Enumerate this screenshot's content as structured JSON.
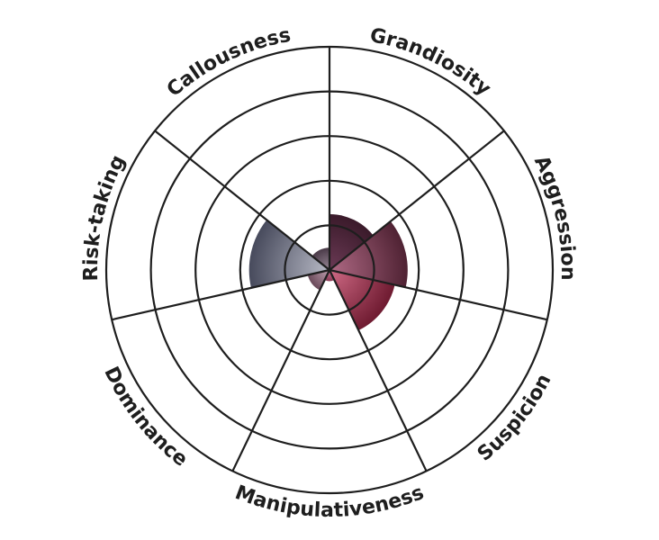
{
  "chart_data": {
    "type": "polar-area",
    "title": "",
    "categories": [
      "Grandiosity",
      "Aggression",
      "Suspicion",
      "Manipulativeness",
      "Dominance",
      "Risk-taking",
      "Callousness"
    ],
    "values": [
      1.25,
      1.75,
      1.5,
      0.25,
      0.5,
      1.8,
      0.5
    ],
    "rmax": 5,
    "rings": [
      1,
      2,
      3,
      4,
      5
    ],
    "grid": true,
    "colors": [
      [
        "#6b3a55",
        "#3a1a2a"
      ],
      [
        "#b06a85",
        "#4f2233"
      ],
      [
        "#cf6a85",
        "#6e1a30"
      ],
      [
        "#d07090",
        "#8a3a55"
      ],
      [
        "#c0a0b0",
        "#6a4a5a"
      ],
      [
        "#b8bac6",
        "#474a5c"
      ],
      [
        "#9a8a98",
        "#4a3a48"
      ]
    ]
  }
}
